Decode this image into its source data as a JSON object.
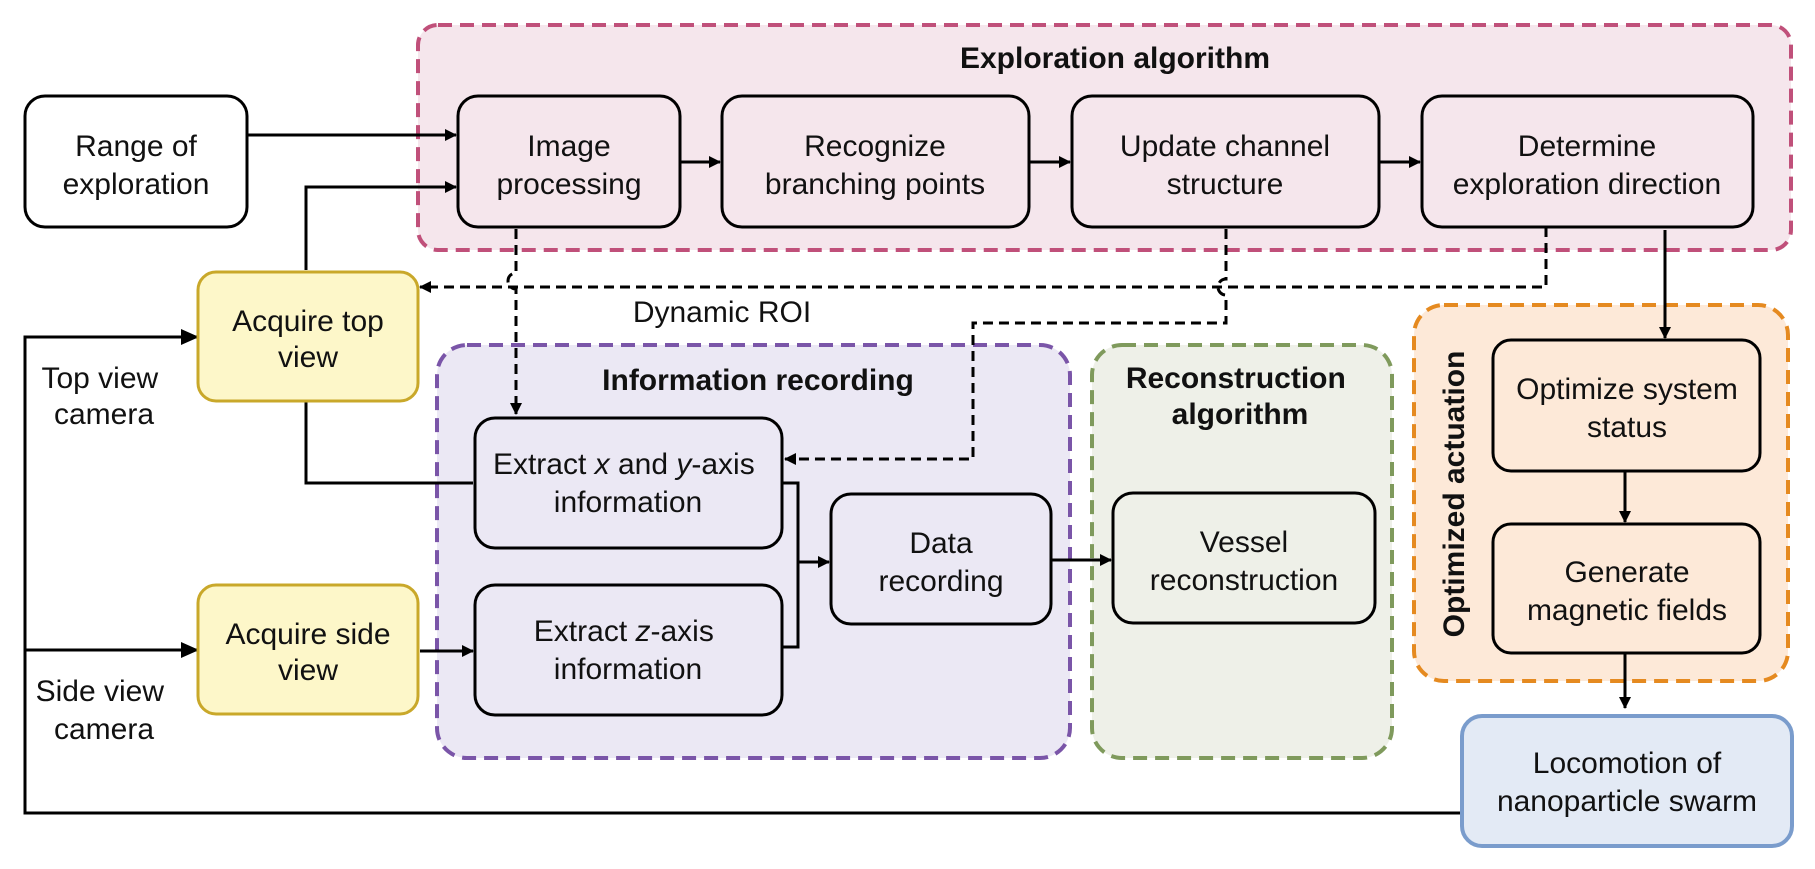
{
  "colors": {
    "exploration_border": "#c0507a",
    "exploration_fill": "#f5e6ec",
    "recording_border": "#7a55a8",
    "recording_fill": "#ebe8f4",
    "reconstruction_border": "#7f9a5c",
    "reconstruction_fill": "#eef0e8",
    "actuation_border": "#e58a20",
    "actuation_fill": "#fde9d8",
    "camera_border": "#c9a82a",
    "camera_fill": "#fdf7c9",
    "locomotion_border": "#7a9ccc",
    "locomotion_fill": "#e3eaf5"
  },
  "groups": {
    "exploration": "Exploration algorithm",
    "recording": "Information recording",
    "reconstruction": [
      "Reconstruction",
      "algorithm"
    ],
    "actuation": "Optimized actuation"
  },
  "nodes": {
    "range": [
      "Range of",
      "exploration"
    ],
    "image_processing": [
      "Image",
      "processing"
    ],
    "branching": [
      "Recognize",
      "branching points"
    ],
    "update_channel": [
      "Update channel",
      "structure"
    ],
    "determine_dir": [
      "Determine",
      "exploration direction"
    ],
    "acquire_top": [
      "Acquire top",
      "view"
    ],
    "acquire_side": [
      "Acquire side",
      "view"
    ],
    "extract_xy": {
      "line1": [
        "Extract ",
        "x",
        " and ",
        "y",
        "-axis"
      ],
      "line2": "information"
    },
    "extract_z": {
      "line1": [
        "Extract ",
        "z",
        "-axis"
      ],
      "line2": "information"
    },
    "data_recording": [
      "Data",
      "recording"
    ],
    "vessel": [
      "Vessel",
      "reconstruction"
    ],
    "optimize_status": [
      "Optimize system",
      "status"
    ],
    "generate_fields": [
      "Generate",
      "magnetic fields"
    ],
    "locomotion": [
      "Locomotion of",
      "nanoparticle swarm"
    ]
  },
  "labels": {
    "dynamic_roi": "Dynamic ROI",
    "top_camera": [
      "Top view",
      "camera"
    ],
    "side_camera": [
      "Side view",
      "camera"
    ]
  }
}
